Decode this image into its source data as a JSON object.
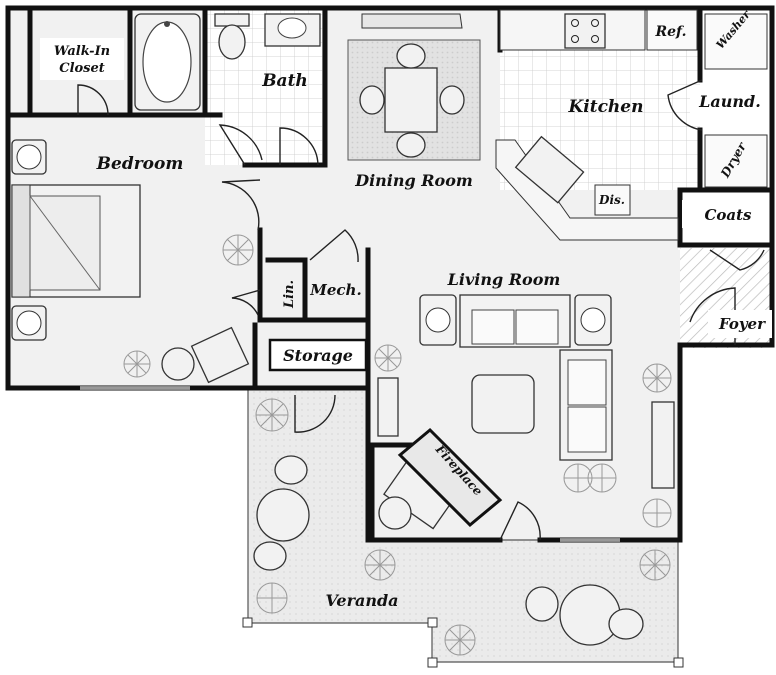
{
  "floor_plan": {
    "rooms": {
      "walk_in_closet": "Walk-In Closet",
      "walk_in_line1": "Walk-In",
      "walk_in_line2": "Closet",
      "bath": "Bath",
      "bedroom": "Bedroom",
      "dining_room": "Dining Room",
      "kitchen": "Kitchen",
      "laundry": "Laund.",
      "living_room": "Living Room",
      "storage": "Storage",
      "mech": "Mech.",
      "linen": "Lin.",
      "coats": "Coats",
      "foyer": "Foyer",
      "veranda": "Veranda"
    },
    "fixtures": {
      "refrigerator": "Ref.",
      "washer": "Washer",
      "dryer": "Dryer",
      "dishwasher": "Dis.",
      "fireplace": "Fireplace"
    },
    "colors": {
      "wall": "#111111",
      "floor": "#f1f1f1",
      "tile": "#ffffff",
      "veranda": "#e7e7e7"
    }
  }
}
